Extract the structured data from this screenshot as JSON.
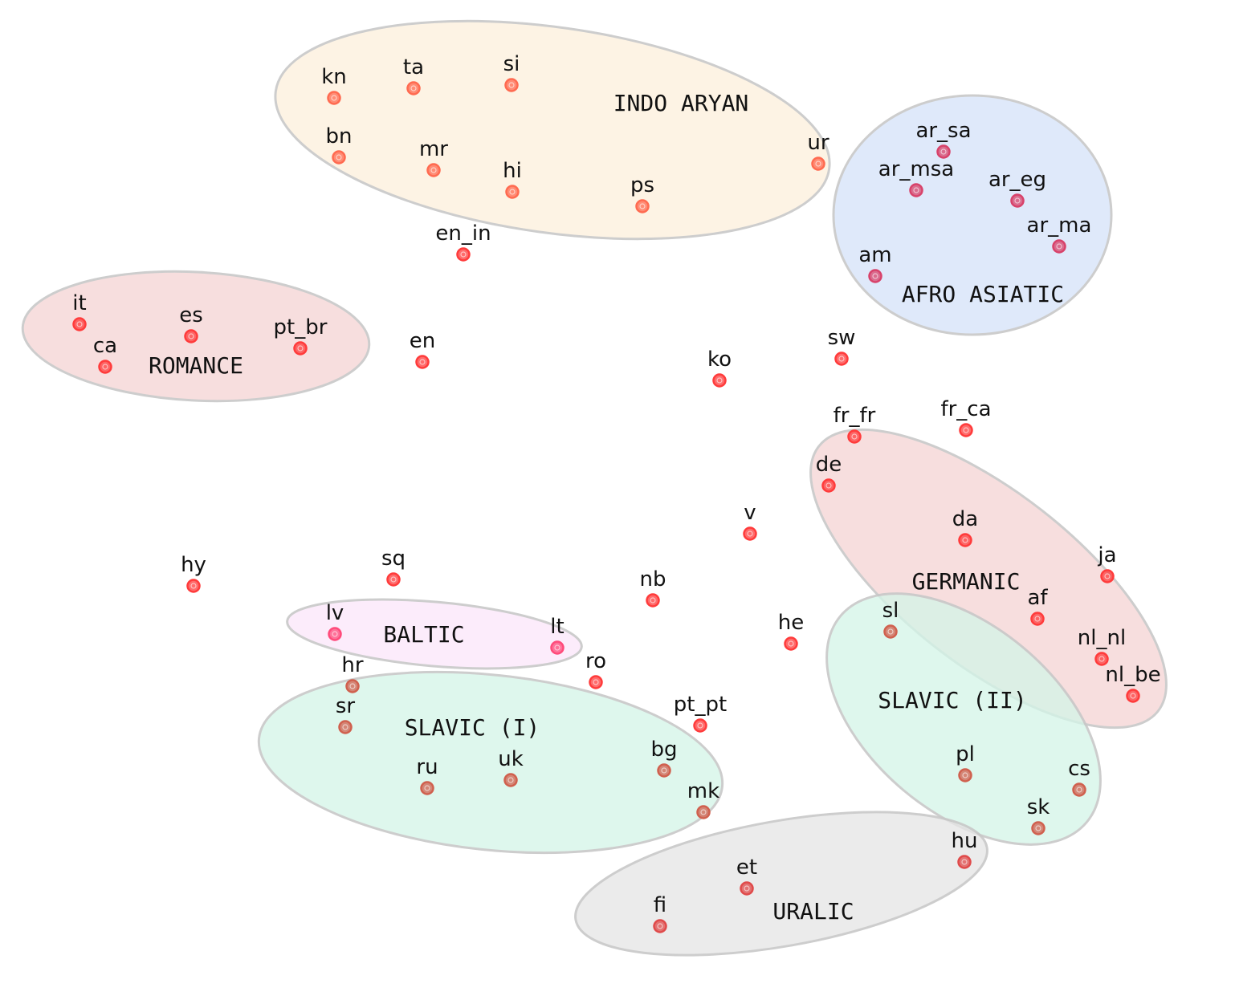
{
  "clusters": [
    {
      "id": "indo-aryan",
      "label": "INDO ARYAN",
      "fill": "#fdf0dc",
      "stroke": "#c8c8c8"
    },
    {
      "id": "afro-asiatic",
      "label": "AFRO ASIATIC",
      "fill": "#d5e3f8",
      "stroke": "#c8c8c8"
    },
    {
      "id": "romance",
      "label": "ROMANCE",
      "fill": "#f4d4d4",
      "stroke": "#c8c8c8"
    },
    {
      "id": "germanic",
      "label": "GERMANIC",
      "fill": "#f4d4d4",
      "stroke": "#c8c8c8"
    },
    {
      "id": "baltic",
      "label": "BALTIC",
      "fill": "#fce6fa",
      "stroke": "#c8c8c8"
    },
    {
      "id": "slavic-i",
      "label": "SLAVIC (I)",
      "fill": "#d3f5e8",
      "stroke": "#c8c8c8"
    },
    {
      "id": "slavic-ii",
      "label": "SLAVIC (II)",
      "fill": "#d3f5e8",
      "stroke": "#c8c8c8"
    },
    {
      "id": "uralic",
      "label": "URALIC",
      "fill": "#e5e5e5",
      "stroke": "#c8c8c8"
    }
  ],
  "points": [
    {
      "label": "kn",
      "color": "#ff6a50"
    },
    {
      "label": "ta",
      "color": "#ff6a50"
    },
    {
      "label": "si",
      "color": "#ff6a50"
    },
    {
      "label": "bn",
      "color": "#ff6a50"
    },
    {
      "label": "mr",
      "color": "#ff6a50"
    },
    {
      "label": "hi",
      "color": "#ff6a50"
    },
    {
      "label": "ps",
      "color": "#ff6a50"
    },
    {
      "label": "ur",
      "color": "#ff6a50"
    },
    {
      "label": "ar_sa",
      "color": "#d8426a"
    },
    {
      "label": "ar_msa",
      "color": "#d8426a"
    },
    {
      "label": "ar_eg",
      "color": "#d8426a"
    },
    {
      "label": "ar_ma",
      "color": "#d8426a"
    },
    {
      "label": "am",
      "color": "#d8426a"
    },
    {
      "label": "en_in",
      "color": "#ff3b3b"
    },
    {
      "label": "it",
      "color": "#ff3b3b"
    },
    {
      "label": "es",
      "color": "#ff3b3b"
    },
    {
      "label": "pt_br",
      "color": "#ff3b3b"
    },
    {
      "label": "ca",
      "color": "#ff3b3b"
    },
    {
      "label": "en",
      "color": "#ff3b3b"
    },
    {
      "label": "ko",
      "color": "#ff3b3b"
    },
    {
      "label": "sw",
      "color": "#ff3b3b"
    },
    {
      "label": "fr_fr",
      "color": "#ff3b3b"
    },
    {
      "label": "fr_ca",
      "color": "#ff3b3b"
    },
    {
      "label": "de",
      "color": "#ff3b3b"
    },
    {
      "label": "da",
      "color": "#ff3b3b"
    },
    {
      "label": "ja",
      "color": "#ff3b3b"
    },
    {
      "label": "af",
      "color": "#ff3b3b"
    },
    {
      "label": "nl_nl",
      "color": "#ff3b3b"
    },
    {
      "label": "nl_be",
      "color": "#ff3b3b"
    },
    {
      "label": "hy",
      "color": "#ff3b3b"
    },
    {
      "label": "sq",
      "color": "#ff3b3b"
    },
    {
      "label": "nb",
      "color": "#ff3b3b"
    },
    {
      "label": "he",
      "color": "#ff3b3b"
    },
    {
      "label": "lv",
      "color": "#ff4a7a"
    },
    {
      "label": "lt",
      "color": "#ff4a7a"
    },
    {
      "label": "ro",
      "color": "#ff3b3b"
    },
    {
      "label": "pt_pt",
      "color": "#ff3b3b"
    },
    {
      "label": "hr",
      "color": "#d0604e"
    },
    {
      "label": "sr",
      "color": "#d0604e"
    },
    {
      "label": "ru",
      "color": "#d0604e"
    },
    {
      "label": "uk",
      "color": "#d0604e"
    },
    {
      "label": "bg",
      "color": "#d0604e"
    },
    {
      "label": "mk",
      "color": "#d0604e"
    },
    {
      "label": "sl",
      "color": "#d0604e"
    },
    {
      "label": "pl",
      "color": "#d0604e"
    },
    {
      "label": "cs",
      "color": "#d0604e"
    },
    {
      "label": "sk",
      "color": "#d0604e"
    },
    {
      "label": "hu",
      "color": "#e04a4a"
    },
    {
      "label": "et",
      "color": "#e04a4a"
    },
    {
      "label": "fi",
      "color": "#e04a4a"
    },
    {
      "label": "v",
      "color": "#ff3b3b"
    }
  ]
}
